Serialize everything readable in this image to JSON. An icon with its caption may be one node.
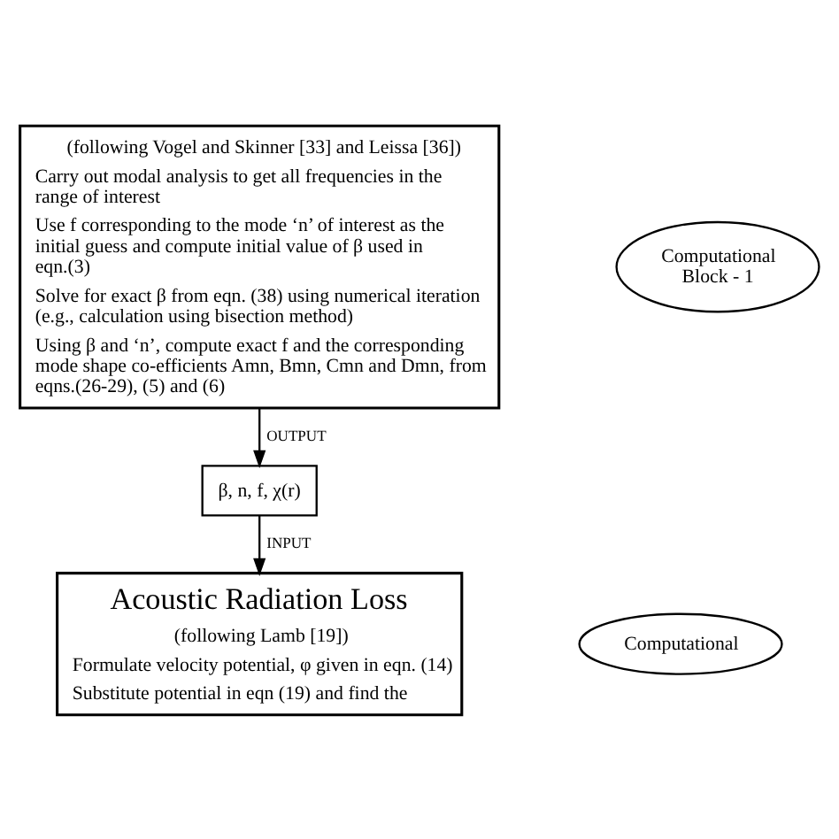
{
  "diagram": {
    "nodes": [
      {
        "text": [
          "(following Vogel and Skinner [33] and Leissa [36])",
          "Carry out modal analysis to get all frequencies in the range of interest",
          "Use f corresponding to the mode ‘n’ of interest as the initial guess and compute initial value of β used in eqn.(3)",
          "Solve for exact β from eqn. (38) using numerical iteration (e.g., calculation using bisection method)",
          "Using β and ‘n’, compute exact f and the corresponding mode shape co-efficients Amn, Bmn, Cmn and Dmn, from eqns.(26-29), (5) and (6)"
        ]
      },
      {
        "text": [
          "Computational Block - 1"
        ]
      },
      {
        "text": [
          "β, n, f, χ(r)"
        ]
      },
      {
        "text": [
          "Acoustic Radiation Loss",
          "(following Lamb [19])",
          "Formulate velocity potential, φ given in eqn. (14)",
          "Substitute potential in eqn (19) and find the"
        ]
      },
      {
        "text": [
          "Computational"
        ]
      }
    ],
    "edges": [
      {
        "from": 0,
        "to": 2,
        "arrow": "to",
        "label": "OUTPUT"
      },
      {
        "from": 2,
        "to": 3,
        "arrow": "to",
        "label": "INPUT"
      }
    ]
  }
}
